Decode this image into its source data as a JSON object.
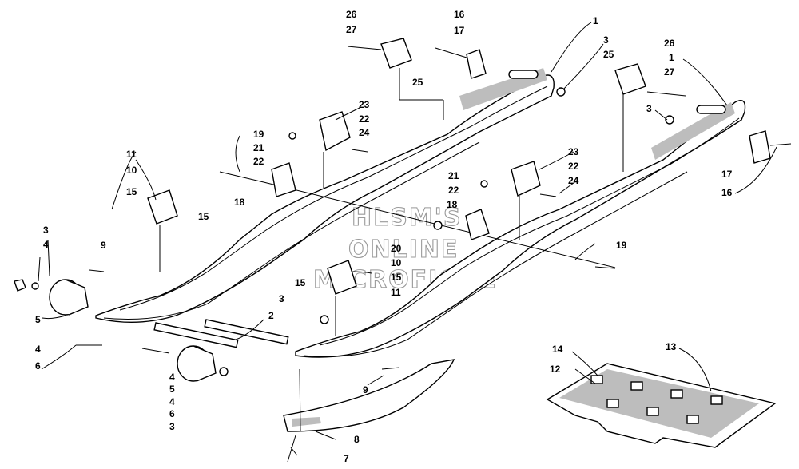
{
  "diagram": {
    "watermark": [
      "HLSM'S",
      "ONLINE",
      "MICROFICHE"
    ],
    "callouts": [
      {
        "id": "c1a",
        "label": "1"
      },
      {
        "id": "c1b",
        "label": "1"
      },
      {
        "id": "c2",
        "label": "2"
      },
      {
        "id": "c3a",
        "label": "3"
      },
      {
        "id": "c3b",
        "label": "3"
      },
      {
        "id": "c3c",
        "label": "3"
      },
      {
        "id": "c3d",
        "label": "3"
      },
      {
        "id": "c3e",
        "label": "3"
      },
      {
        "id": "c4a",
        "label": "4"
      },
      {
        "id": "c4b",
        "label": "4"
      },
      {
        "id": "c4c",
        "label": "4"
      },
      {
        "id": "c4d",
        "label": "4"
      },
      {
        "id": "c5a",
        "label": "5"
      },
      {
        "id": "c5b",
        "label": "5"
      },
      {
        "id": "c6a",
        "label": "6"
      },
      {
        "id": "c6b",
        "label": "6"
      },
      {
        "id": "c7",
        "label": "7"
      },
      {
        "id": "c8",
        "label": "8"
      },
      {
        "id": "c9a",
        "label": "9"
      },
      {
        "id": "c9b",
        "label": "9"
      },
      {
        "id": "c10a",
        "label": "10"
      },
      {
        "id": "c10b",
        "label": "10"
      },
      {
        "id": "c11a",
        "label": "11"
      },
      {
        "id": "c11b",
        "label": "11"
      },
      {
        "id": "c12",
        "label": "12"
      },
      {
        "id": "c13",
        "label": "13"
      },
      {
        "id": "c14",
        "label": "14"
      },
      {
        "id": "c15a",
        "label": "15"
      },
      {
        "id": "c15b",
        "label": "15"
      },
      {
        "id": "c15c",
        "label": "15"
      },
      {
        "id": "c15d",
        "label": "15"
      },
      {
        "id": "c16a",
        "label": "16"
      },
      {
        "id": "c16b",
        "label": "16"
      },
      {
        "id": "c17a",
        "label": "17"
      },
      {
        "id": "c17b",
        "label": "17"
      },
      {
        "id": "c18a",
        "label": "18"
      },
      {
        "id": "c18b",
        "label": "18"
      },
      {
        "id": "c19a",
        "label": "19"
      },
      {
        "id": "c19b",
        "label": "19"
      },
      {
        "id": "c20",
        "label": "20"
      },
      {
        "id": "c21a",
        "label": "21"
      },
      {
        "id": "c21b",
        "label": "21"
      },
      {
        "id": "c22a",
        "label": "22"
      },
      {
        "id": "c22b",
        "label": "22"
      },
      {
        "id": "c22c",
        "label": "22"
      },
      {
        "id": "c22d",
        "label": "22"
      },
      {
        "id": "c23a",
        "label": "23"
      },
      {
        "id": "c23b",
        "label": "23"
      },
      {
        "id": "c24a",
        "label": "24"
      },
      {
        "id": "c24b",
        "label": "24"
      },
      {
        "id": "c25a",
        "label": "25"
      },
      {
        "id": "c25b",
        "label": "25"
      },
      {
        "id": "c26a",
        "label": "26"
      },
      {
        "id": "c26b",
        "label": "26"
      },
      {
        "id": "c27a",
        "label": "27"
      },
      {
        "id": "c27b",
        "label": "27"
      }
    ]
  }
}
